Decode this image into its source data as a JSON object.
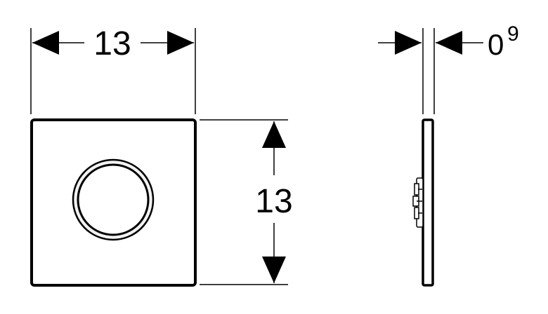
{
  "diagram": {
    "front_view": {
      "width_label": "13",
      "height_label": "13"
    },
    "side_view": {
      "thickness_label_main": "0",
      "thickness_label_sup": "9"
    }
  },
  "colors": {
    "line": "#000000",
    "background": "#ffffff",
    "ring_fill": "#f2f2f2"
  }
}
